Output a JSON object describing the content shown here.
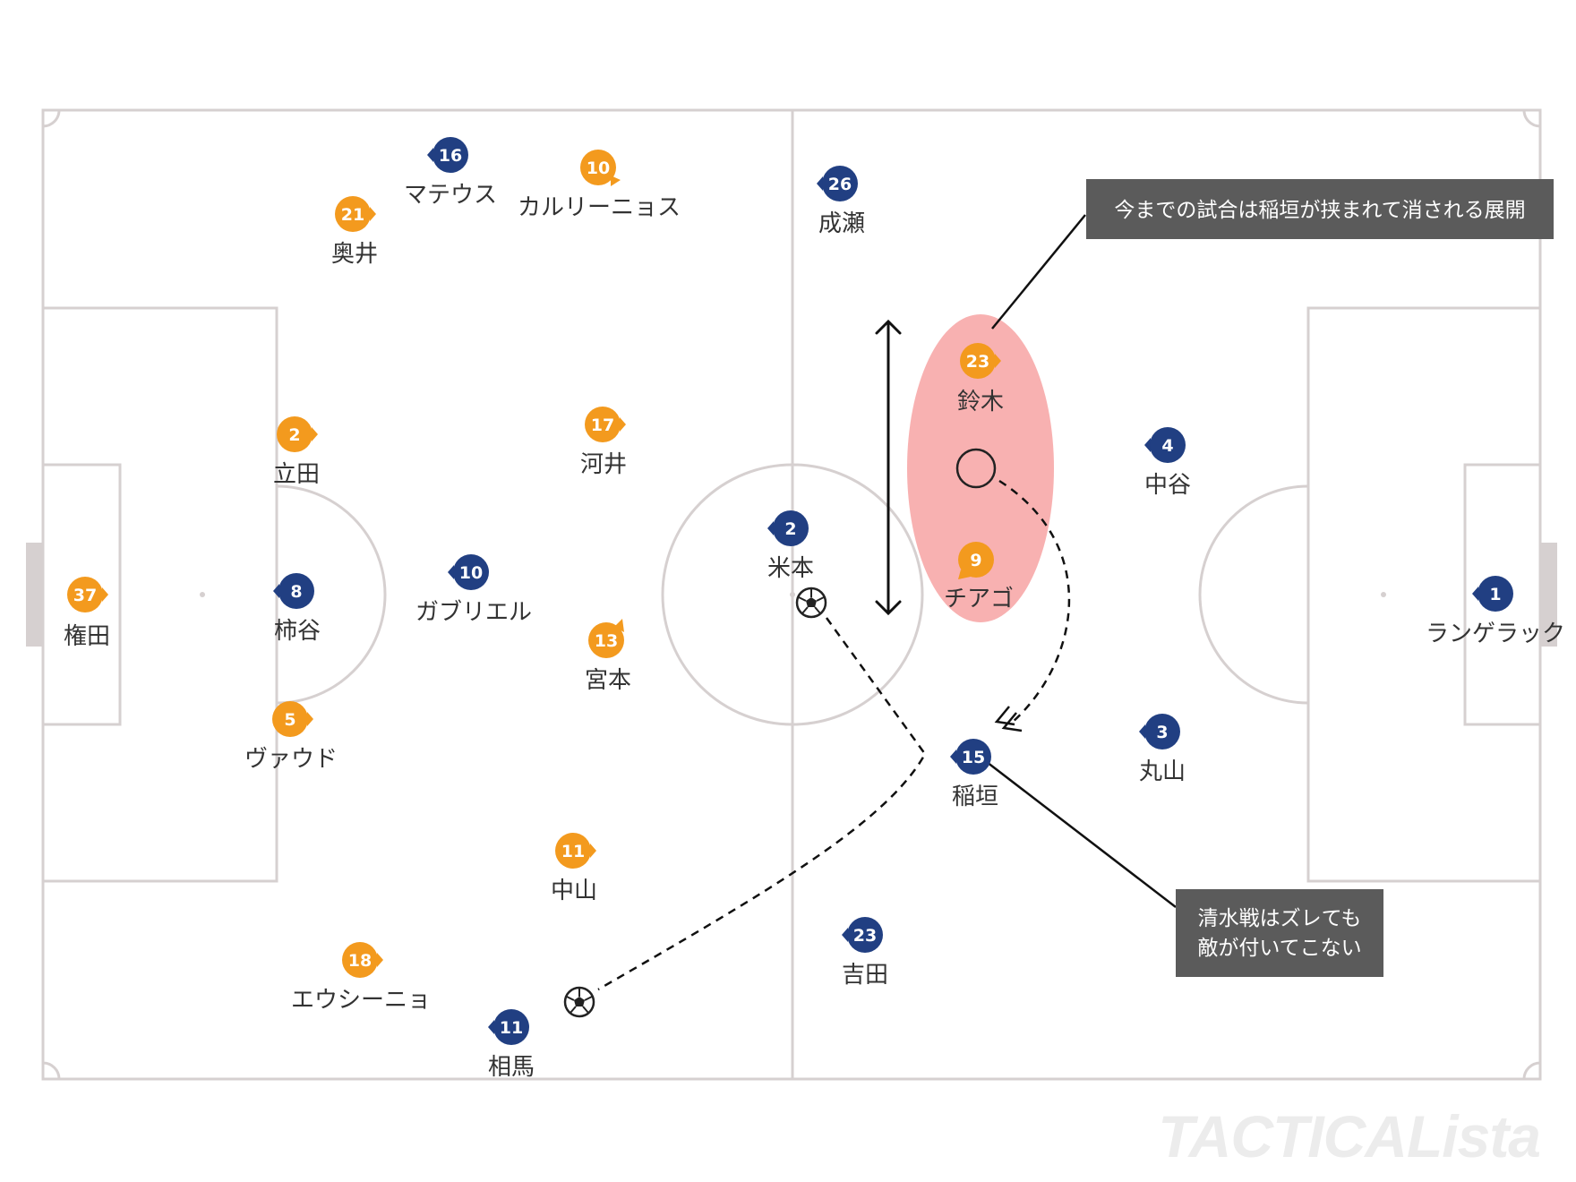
{
  "colors": {
    "home": "#f39a1e",
    "away": "#213f82",
    "pitch_line": "#d6d0d0",
    "highlight": "#f7a3a3",
    "note_bg": "#5b5b5b"
  },
  "watermark": "TACTICALista",
  "annotations": {
    "top_note": "今までの試合は稲垣が挟まれて消される展開",
    "bottom_note_line1": "清水戦はズレても",
    "bottom_note_line2": "敵が付いてこない"
  },
  "home_players": [
    {
      "id": "h37",
      "num": "37",
      "name": "権田"
    },
    {
      "id": "h21",
      "num": "21",
      "name": "奥井"
    },
    {
      "id": "h10",
      "num": "10",
      "name": "カルリーニョス"
    },
    {
      "id": "h2",
      "num": "2",
      "name": "立田"
    },
    {
      "id": "h17",
      "num": "17",
      "name": "河井"
    },
    {
      "id": "h13",
      "num": "13",
      "name": "宮本"
    },
    {
      "id": "h5",
      "num": "5",
      "name": "ヴァウド"
    },
    {
      "id": "h11",
      "num": "11",
      "name": "中山"
    },
    {
      "id": "h18",
      "num": "18",
      "name": "エウシーニョ"
    },
    {
      "id": "h23",
      "num": "23",
      "name": "鈴木"
    },
    {
      "id": "h9",
      "num": "9",
      "name": "チアゴ"
    }
  ],
  "away_players": [
    {
      "id": "a16",
      "num": "16",
      "name": "マテウス"
    },
    {
      "id": "a26",
      "num": "26",
      "name": "成瀬"
    },
    {
      "id": "a8",
      "num": "8",
      "name": "柿谷"
    },
    {
      "id": "a10",
      "num": "10",
      "name": "ガブリエル"
    },
    {
      "id": "a2",
      "num": "2",
      "name": "米本"
    },
    {
      "id": "a4",
      "num": "4",
      "name": "中谷"
    },
    {
      "id": "a1",
      "num": "1",
      "name": "ランゲラック"
    },
    {
      "id": "a3",
      "num": "3",
      "name": "丸山"
    },
    {
      "id": "a15",
      "num": "15",
      "name": "稲垣"
    },
    {
      "id": "a23",
      "num": "23",
      "name": "吉田"
    },
    {
      "id": "a11",
      "num": "11",
      "name": "相馬"
    }
  ]
}
